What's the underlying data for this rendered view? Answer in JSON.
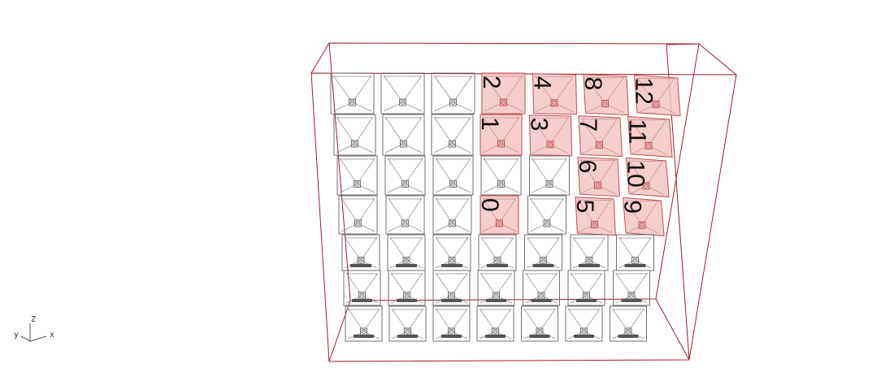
{
  "viewport": {
    "rows": 7,
    "cols": 7,
    "highlighted_cells": [
      {
        "row": 0,
        "col": 3,
        "label": "2"
      },
      {
        "row": 0,
        "col": 4,
        "label": "4"
      },
      {
        "row": 0,
        "col": 5,
        "label": "8"
      },
      {
        "row": 0,
        "col": 6,
        "label": "12"
      },
      {
        "row": 1,
        "col": 3,
        "label": "1"
      },
      {
        "row": 1,
        "col": 4,
        "label": "3"
      },
      {
        "row": 1,
        "col": 5,
        "label": "7"
      },
      {
        "row": 1,
        "col": 6,
        "label": "11"
      },
      {
        "row": 2,
        "col": 5,
        "label": "6"
      },
      {
        "row": 2,
        "col": 6,
        "label": "10"
      },
      {
        "row": 3,
        "col": 3,
        "label": "0"
      },
      {
        "row": 3,
        "col": 5,
        "label": "5"
      },
      {
        "row": 3,
        "col": 6,
        "label": "9"
      }
    ],
    "colors": {
      "highlight_fill": "#f5c6c6",
      "highlight_stroke": "#c0504d",
      "frame": "#a01c2c",
      "panel": "#707070",
      "label": "#111111"
    }
  },
  "axis_gizmo": {
    "z": "Z",
    "y": "y",
    "x": "x"
  }
}
